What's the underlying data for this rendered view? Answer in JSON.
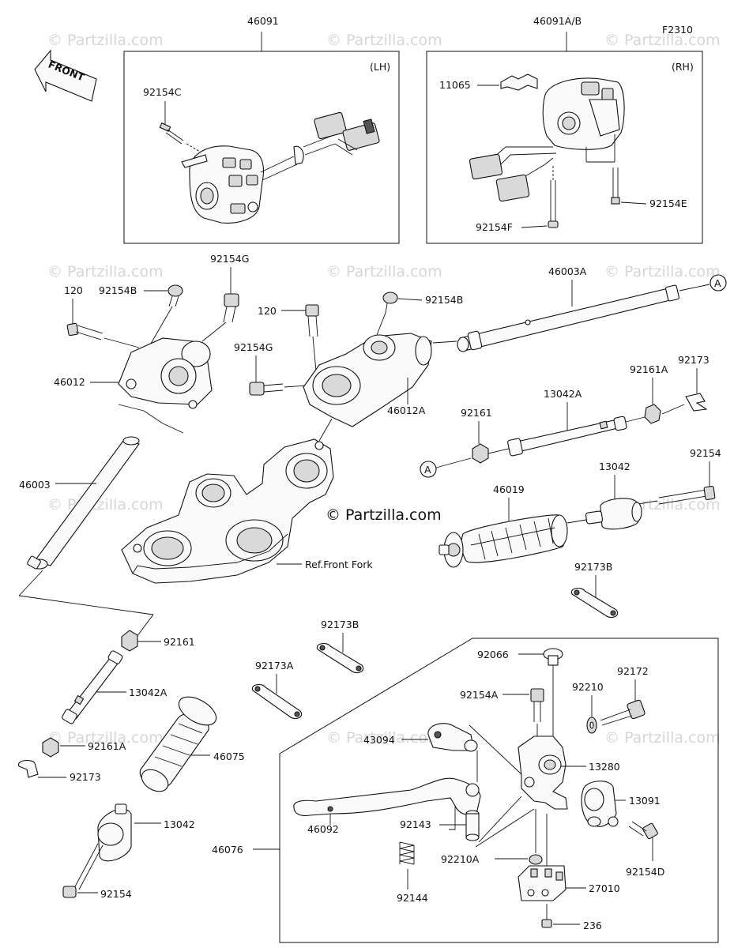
{
  "figure_code": "F2310",
  "copyright": "© Partzilla.com",
  "watermark": "© Partzilla.com",
  "front_arrow": "FRONT",
  "inset_lh": {
    "part": "46091",
    "side": "(LH)"
  },
  "inset_rh": {
    "part": "46091A/B",
    "side": "(RH)"
  },
  "ref_note": "Ref.Front Fork",
  "callouts": {
    "c46091": "46091",
    "c46091ab": "46091A/B",
    "c92154C": "92154C",
    "c11065": "11065",
    "c92154E": "92154E",
    "c92154F": "92154F",
    "c120a": "120",
    "c92154Ba": "92154B",
    "c92154Ga": "92154G",
    "c120b": "120",
    "c92154Bb": "92154B",
    "c46003A": "46003A",
    "cA1": "A",
    "c92154Gb": "92154G",
    "c46012": "46012",
    "c46012A": "46012A",
    "c92161Aa": "92161A",
    "c92173a": "92173",
    "c13042Aa": "13042A",
    "c92161a": "92161",
    "cA2": "A",
    "c46003": "46003",
    "c46019": "46019",
    "c13042a": "13042",
    "c92154a": "92154",
    "c92173Ba": "92173B",
    "c92161b": "92161",
    "c13042Ab": "13042A",
    "c92161Ab": "92161A",
    "c92173b": "92173",
    "c46075": "46075",
    "c13042b": "13042",
    "c92154b": "92154",
    "c92173Bb": "92173B",
    "c92173A": "92173A",
    "c92066": "92066",
    "c92154A": "92154A",
    "c92210": "92210",
    "c92172": "92172",
    "c43094": "43094",
    "c13280": "13280",
    "c13091": "13091",
    "c46076": "46076",
    "c46092": "46092",
    "c92143": "92143",
    "c92210A": "92210A",
    "c92154D": "92154D",
    "c92144": "92144",
    "c27010": "27010",
    "c236": "236"
  }
}
